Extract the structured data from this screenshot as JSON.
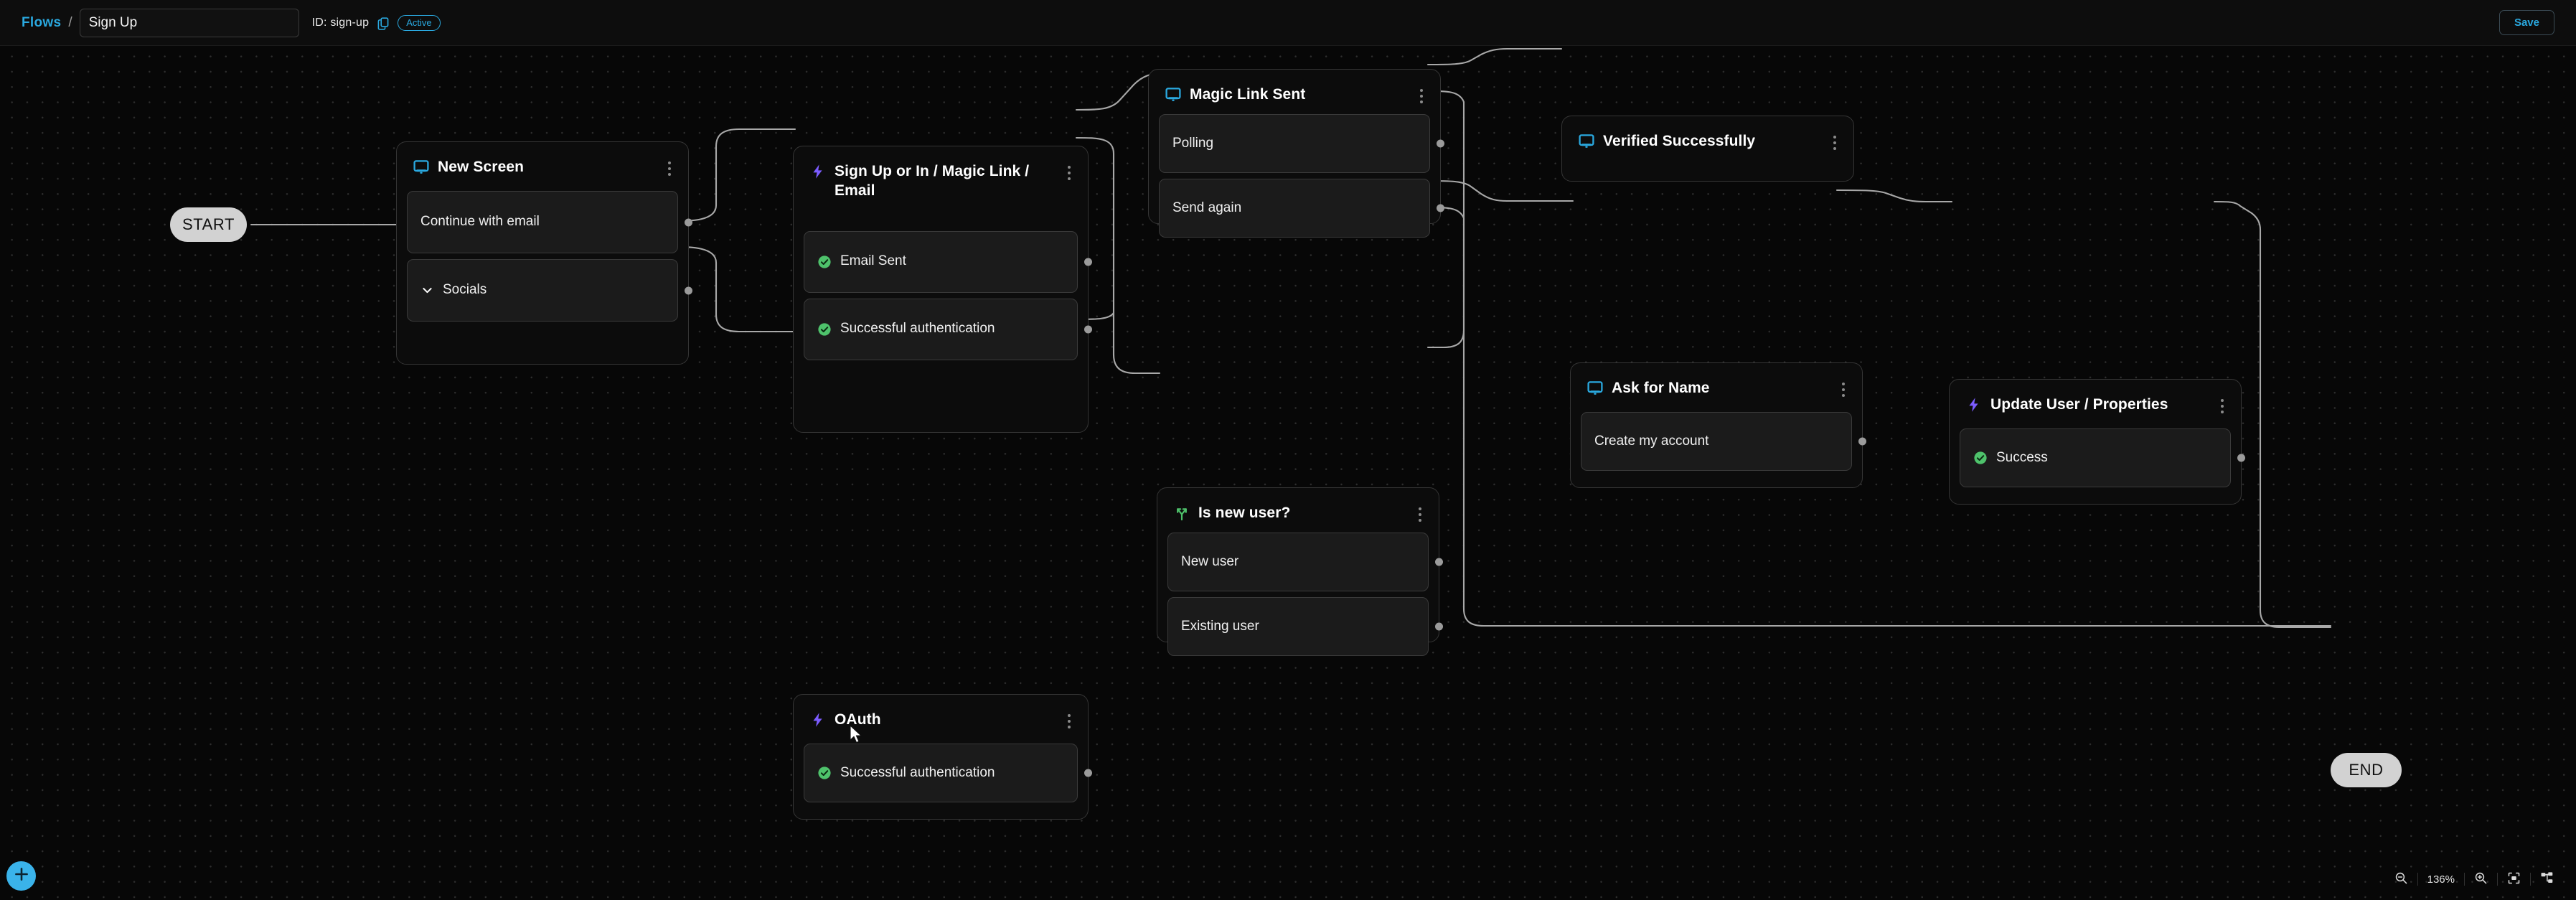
{
  "header": {
    "breadcrumb_root": "Flows",
    "breadcrumb_separator": "/",
    "flow_name": "Sign Up",
    "flow_name_placeholder": "Flow name",
    "id_label": "ID: sign-up",
    "copy_icon": "copy-icon",
    "status_badge": "Active",
    "save_label": "Save"
  },
  "canvas": {
    "start_label": "START",
    "end_label": "END",
    "accent_blue": "#2aa9e0",
    "accent_purple": "#7c5cff",
    "accent_green": "#4ec26b",
    "node_bg": "#0c0c0c",
    "port_bg": "#1b1b1b"
  },
  "nodes": [
    {
      "id": "new-screen",
      "title": "New Screen",
      "icon": "screen-icon",
      "ports": [
        {
          "label": "Continue with email",
          "icon": "none"
        },
        {
          "label": "Socials",
          "icon": "chevron-down-icon"
        }
      ]
    },
    {
      "id": "signup-magic-link-email",
      "title": "Sign Up or In / Magic Link / Email",
      "icon": "bolt-icon",
      "ports": [
        {
          "label": "Email Sent",
          "icon": "check-circle-icon"
        },
        {
          "label": "Successful authentication",
          "icon": "check-circle-icon"
        }
      ]
    },
    {
      "id": "oauth",
      "title": "OAuth",
      "icon": "bolt-icon",
      "ports": [
        {
          "label": "Successful authentication",
          "icon": "check-circle-icon"
        }
      ]
    },
    {
      "id": "magic-link-sent",
      "title": "Magic Link Sent",
      "icon": "screen-icon",
      "ports": [
        {
          "label": "Polling",
          "icon": "none"
        },
        {
          "label": "Send again",
          "icon": "none"
        }
      ]
    },
    {
      "id": "verified-successfully",
      "title": "Verified Successfully",
      "icon": "screen-icon",
      "ports": []
    },
    {
      "id": "is-new-user",
      "title": "Is new user?",
      "icon": "branch-icon",
      "ports": [
        {
          "label": "New user",
          "icon": "none"
        },
        {
          "label": "Existing user",
          "icon": "none"
        }
      ]
    },
    {
      "id": "ask-for-name",
      "title": "Ask for Name",
      "icon": "screen-icon",
      "ports": [
        {
          "label": "Create my account",
          "icon": "none"
        }
      ]
    },
    {
      "id": "update-user-properties",
      "title": "Update User / Properties",
      "icon": "bolt-icon",
      "ports": [
        {
          "label": "Success",
          "icon": "check-circle-icon"
        }
      ]
    }
  ],
  "toolbar": {
    "add_icon": "plus-icon",
    "zoom_out_icon": "zoom-out-icon",
    "zoom_level": "136%",
    "zoom_in_icon": "zoom-in-icon",
    "fit_view_icon": "fit-view-icon",
    "auto_layout_icon": "auto-layout-icon"
  }
}
